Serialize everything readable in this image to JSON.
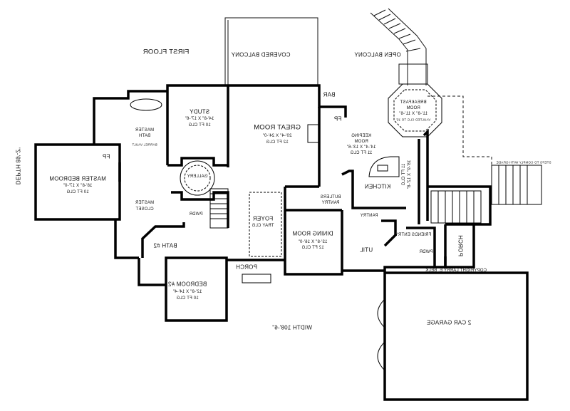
{
  "plan": {
    "title": "FIRST FLOOR",
    "depth": "DEPTH 89'-2\"",
    "width": "WIDTH 108'-6\"",
    "copyright": "COPYRIGHT LARRY E. BELK",
    "steps_note": "STEPS TO COMPLY WITH GRADE",
    "rooms": {
      "covered_balcony": {
        "name": "COVERED BALCONY"
      },
      "open_balcony": {
        "name": "OPEN BALCONY"
      },
      "bar": {
        "name": "BAR"
      },
      "study": {
        "name": "STUDY",
        "size": "14'-8\" X 17'-6\"",
        "ceiling": "10 FT CLG"
      },
      "great_room": {
        "name": "GREAT ROOM",
        "size": "20'-4\" X 24'-0\"",
        "ceiling": "12 FT CLG"
      },
      "breakfast": {
        "name": "BREAKFAST",
        "name2": "ROOM",
        "size": "11'-8\" X 11'-6\"",
        "ceiling": "VAULTED CLG TO 15'"
      },
      "keeping": {
        "name": "KEEPING",
        "name2": "ROOM",
        "size": "14'-4\" X 13'-6\"",
        "ceiling": "11 FT CLG"
      },
      "master_bath": {
        "name": "MASTER",
        "name2": "BATH",
        "ceiling": "BARREL VAULT"
      },
      "master_bedroom": {
        "name": "MASTER BEDROOM",
        "size": "18'-8\" X 17'-0\"",
        "ceiling": "10 FT CLG"
      },
      "gallery": {
        "name": "GALLERY"
      },
      "kitchen": {
        "name": "KITCHEN",
        "size": "18'-9\" X 12'-8\"",
        "ceiling": "11 FT CLG"
      },
      "butlers_pantry": {
        "name": "BUTLERS",
        "name2": "PANTRY"
      },
      "master_closet": {
        "name": "MASTER",
        "name2": "CLOSET"
      },
      "pwdr1": {
        "name": "PWDR"
      },
      "pantry": {
        "name": "PANTRY"
      },
      "foyer": {
        "name": "FOYER",
        "ceiling": "TRAY CLG"
      },
      "dining": {
        "name": "DINING ROOM",
        "size": "13'-8\" X 16'-0\"",
        "ceiling": "12 FT CLG"
      },
      "friends_entry": {
        "name": "FRIENDS ENTRY"
      },
      "bath2": {
        "name": "BATH #2"
      },
      "util": {
        "name": "UTIL"
      },
      "pwdr2": {
        "name": "PWDR"
      },
      "porch_side": {
        "name": "PORCH"
      },
      "porch_front": {
        "name": "PORCH"
      },
      "bedroom2": {
        "name": "BEDROOM #2",
        "size": "12'-8\" X 14'-4\"",
        "ceiling": "10 FT CLG"
      },
      "garage": {
        "name": "2 CAR GARAGE"
      },
      "fp1": {
        "name": "FP"
      },
      "fp2": {
        "name": "FP"
      }
    }
  }
}
